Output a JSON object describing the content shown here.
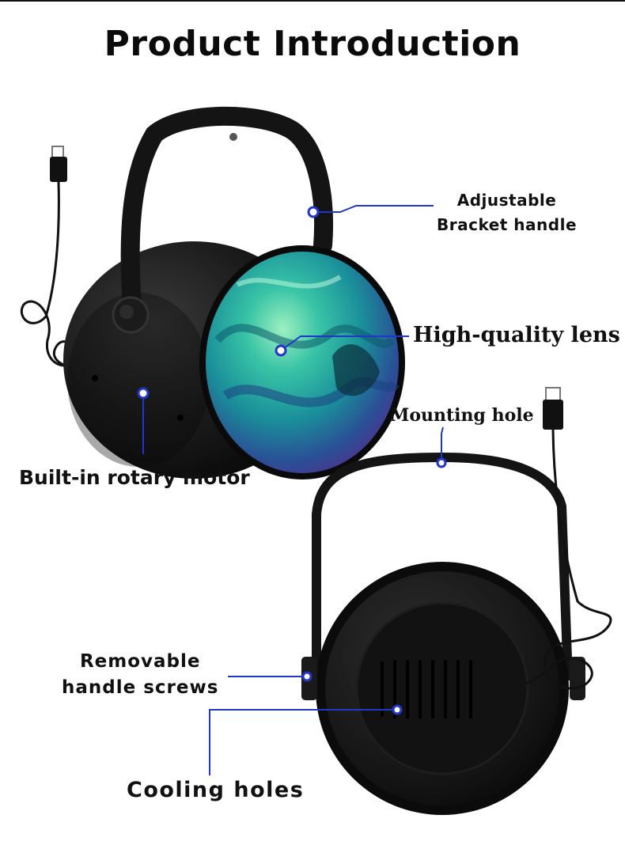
{
  "title": "Product Introduction",
  "callouts": {
    "bracket_line1": "Adjustable",
    "bracket_line2": "Bracket handle",
    "lens": "High-quality lens",
    "mounting": "Mounting hole",
    "motor": "Built-in rotary motor",
    "screws_line1": "Removable",
    "screws_line2": "handle screws",
    "cooling": "Cooling holes"
  },
  "colors": {
    "background": "#ffffff",
    "text": "#111111",
    "callout_line": "#2236c8",
    "device_body": "#141414"
  }
}
